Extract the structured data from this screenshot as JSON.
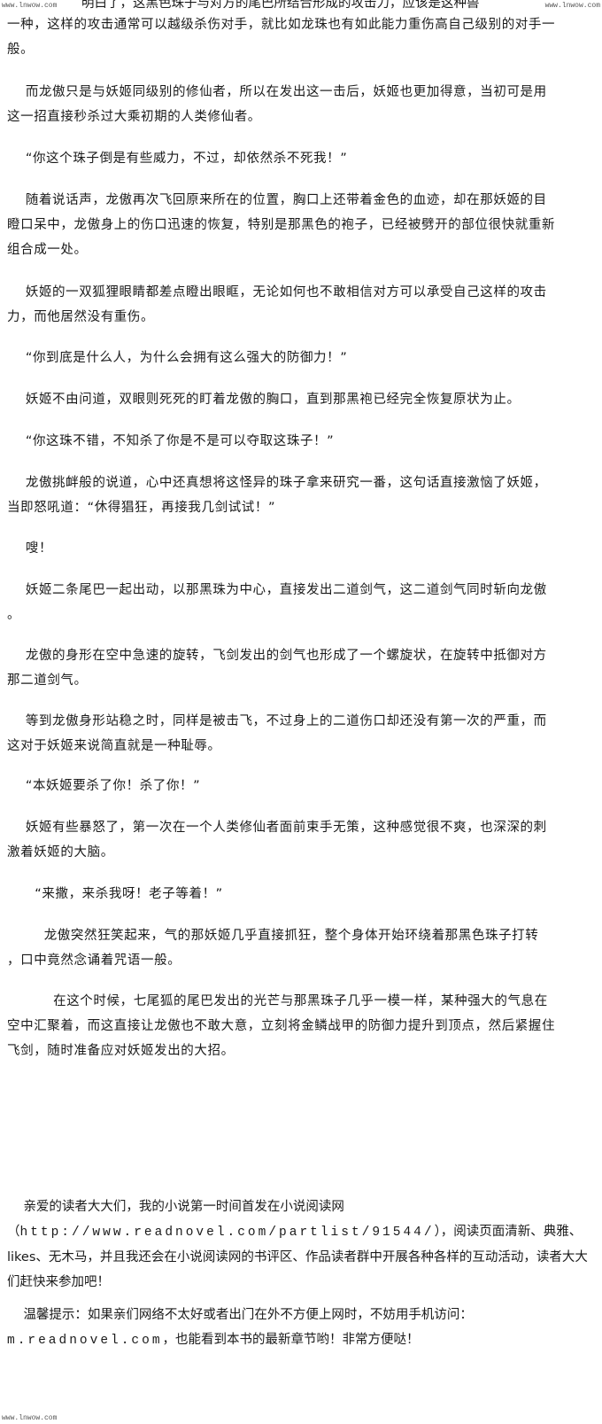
{
  "watermarks": {
    "top_left": "www.lnwow.com",
    "top_right": "www.lnwow.com",
    "bottom_left": "www.lnwow.com"
  },
  "top_cut_text": "明白了，这黑色珠子与对方的尾巴所结合形成的攻击力，应该是这种兽",
  "paragraphs": [
    "一种，这样的攻击通常可以越级杀伤对手，就比如龙珠也有如此能力重伤高自己级别的对手一\n般。",
    "    而龙傲只是与妖姬同级别的修仙者，所以在发出这一击后，妖姬也更加得意，当初可是用\n这一招直接秒杀过大乘初期的人类修仙者。",
    "    “你这个珠子倒是有些威力，不过，却依然杀不死我！”",
    "    随着说话声，龙傲再次飞回原来所在的位置，胸口上还带着金色的血迹，却在那妖姬的目\n瞪口呆中，龙傲身上的伤口迅速的恢复，特别是那黑色的袍子，已经被劈开的部位很快就重新\n组合成一处。",
    "    妖姬的一双狐狸眼睛都差点瞪出眼眶，无论如何也不敢相信对方可以承受自己这样的攻击\n力，而他居然没有重伤。",
    "    “你到底是什么人，为什么会拥有这么强大的防御力！”",
    "    妖姬不由问道，双眼则死死的盯着龙傲的胸口，直到那黑袍已经完全恢复原状为止。",
    "    “你这珠不错，不知杀了你是不是可以夺取这珠子！”",
    "    龙傲挑衅般的说道，心中还真想将这怪异的珠子拿来研究一番，这句话直接激恼了妖姬，\n当即怒吼道：“休得猖狂，再接我几剑试试！”",
    "    嗖！",
    "    妖姬二条尾巴一起出动，以那黑珠为中心，直接发出二道剑气，这二道剑气同时斩向龙傲\n。",
    "    龙傲的身形在空中急速的旋转，飞剑发出的剑气也形成了一个螺旋状，在旋转中抵御对方\n那二道剑气。",
    "    等到龙傲身形站稳之时，同样是被击飞，不过身上的二道伤口却还没有第一次的严重，而\n这对于妖姬来说简直就是一种耻辱。",
    "    “本妖姬要杀了你！杀了你！”",
    "    妖姬有些暴怒了，第一次在一个人类修仙者面前束手无策，这种感觉很不爽，也深深的刺\n激着妖姬的大脑。",
    "      “来撒，来杀我呀！老子等着！”",
    "        龙傲突然狂笑起来，气的那妖姬几乎直接抓狂，整个身体开始环绕着那黑色珠子打转\n，口中竟然念诵着咒语一般。",
    "          在这个时候，七尾狐的尾巴发出的光芒与那黑珠子几乎一模一样，某种强大的气息在\n空中汇聚着，而这直接让龙傲也不敢大意，立刻将金鳞战甲的防御力提升到顶点，然后紧握住\n飞剑，随时准备应对妖姬发出的大招。"
  ],
  "footer": {
    "p1_line1": "    亲爱的读者大大们，我的小说第一时间首发在小说阅读网（",
    "p1_url": "http://www.readnovel.com/partlist/91544/",
    "p1_rest": "），阅读页面清新、典雅、likes、无木马，并且我还会在小说阅读网的书评区、作品读者群中开展各种各样的互动活动，读者大大们赶快来参加吧！",
    "p2_prefix": "    温馨提示：如果亲们网络不太好或者出门在外不方便上网时，不妨用手机访问：",
    "p2_url": "m.readnovel.com",
    "p2_rest": "，也能看到本书的最新章节哟！非常方便哒！"
  }
}
